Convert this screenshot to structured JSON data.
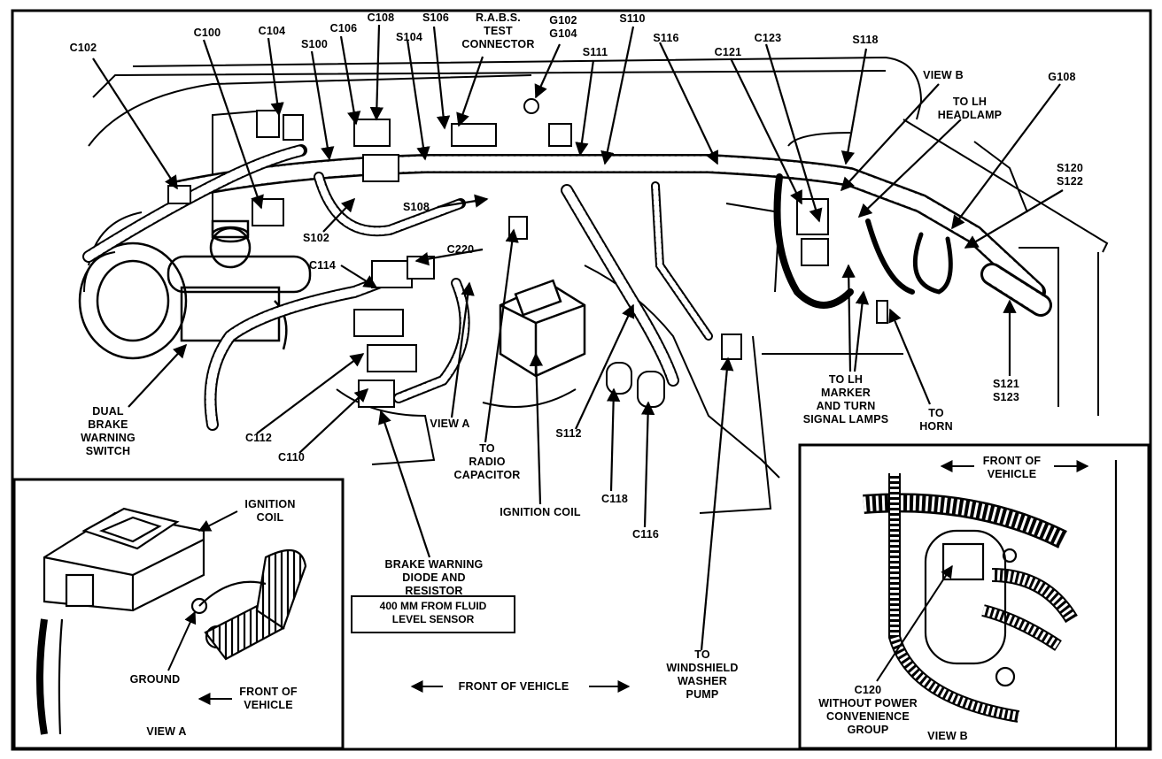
{
  "labels": {
    "c102": "C102",
    "c100": "C100",
    "c104": "C104",
    "s100": "S100",
    "c106": "C106",
    "c108": "C108",
    "s104": "S104",
    "s106": "S106",
    "rabs": "R.A.B.S.\nTEST\nCONNECTOR",
    "g102": "G102\nG104",
    "s110": "S110",
    "s111": "S111",
    "s116": "S116",
    "c121": "C121",
    "c123": "C123",
    "s118": "S118",
    "view_b_top": "VIEW B",
    "to_lh_headlamp": "TO LH\nHEADLAMP",
    "g108": "G108",
    "s120": "S120\nS122",
    "s108": "S108",
    "s102": "S102",
    "c220": "C220",
    "c114": "C114",
    "dual_brake": "DUAL\nBRAKE\nWARNING\nSWITCH",
    "c112": "C112",
    "c110": "C110",
    "view_a_top": "VIEW A",
    "to_radio": "TO\nRADIO\nCAPACITOR",
    "ignition_coil": "IGNITION COIL",
    "s112": "S112",
    "c118": "C118",
    "c116": "C116",
    "to_lh_marker": "TO LH\nMARKER\nAND TURN\nSIGNAL LAMPS",
    "to_horn": "TO\nHORN",
    "s121": "S121\nS123",
    "brake_diode": "BRAKE WARNING\nDIODE AND RESISTOR",
    "fluid_sensor": "400 MM FROM FLUID\nLEVEL SENSOR",
    "front_of_vehicle": "FRONT OF VEHICLE",
    "to_washer": "TO\nWINDSHIELD\nWASHER\nPUMP"
  },
  "view_a": {
    "ignition_coil": "IGNITION\nCOIL",
    "ground": "GROUND",
    "front": "FRONT OF\nVEHICLE",
    "title": "VIEW A"
  },
  "view_b": {
    "front": "FRONT OF\nVEHICLE",
    "c120": "C120\nWITHOUT POWER\nCONVENIENCE\nGROUP",
    "title": "VIEW B"
  }
}
